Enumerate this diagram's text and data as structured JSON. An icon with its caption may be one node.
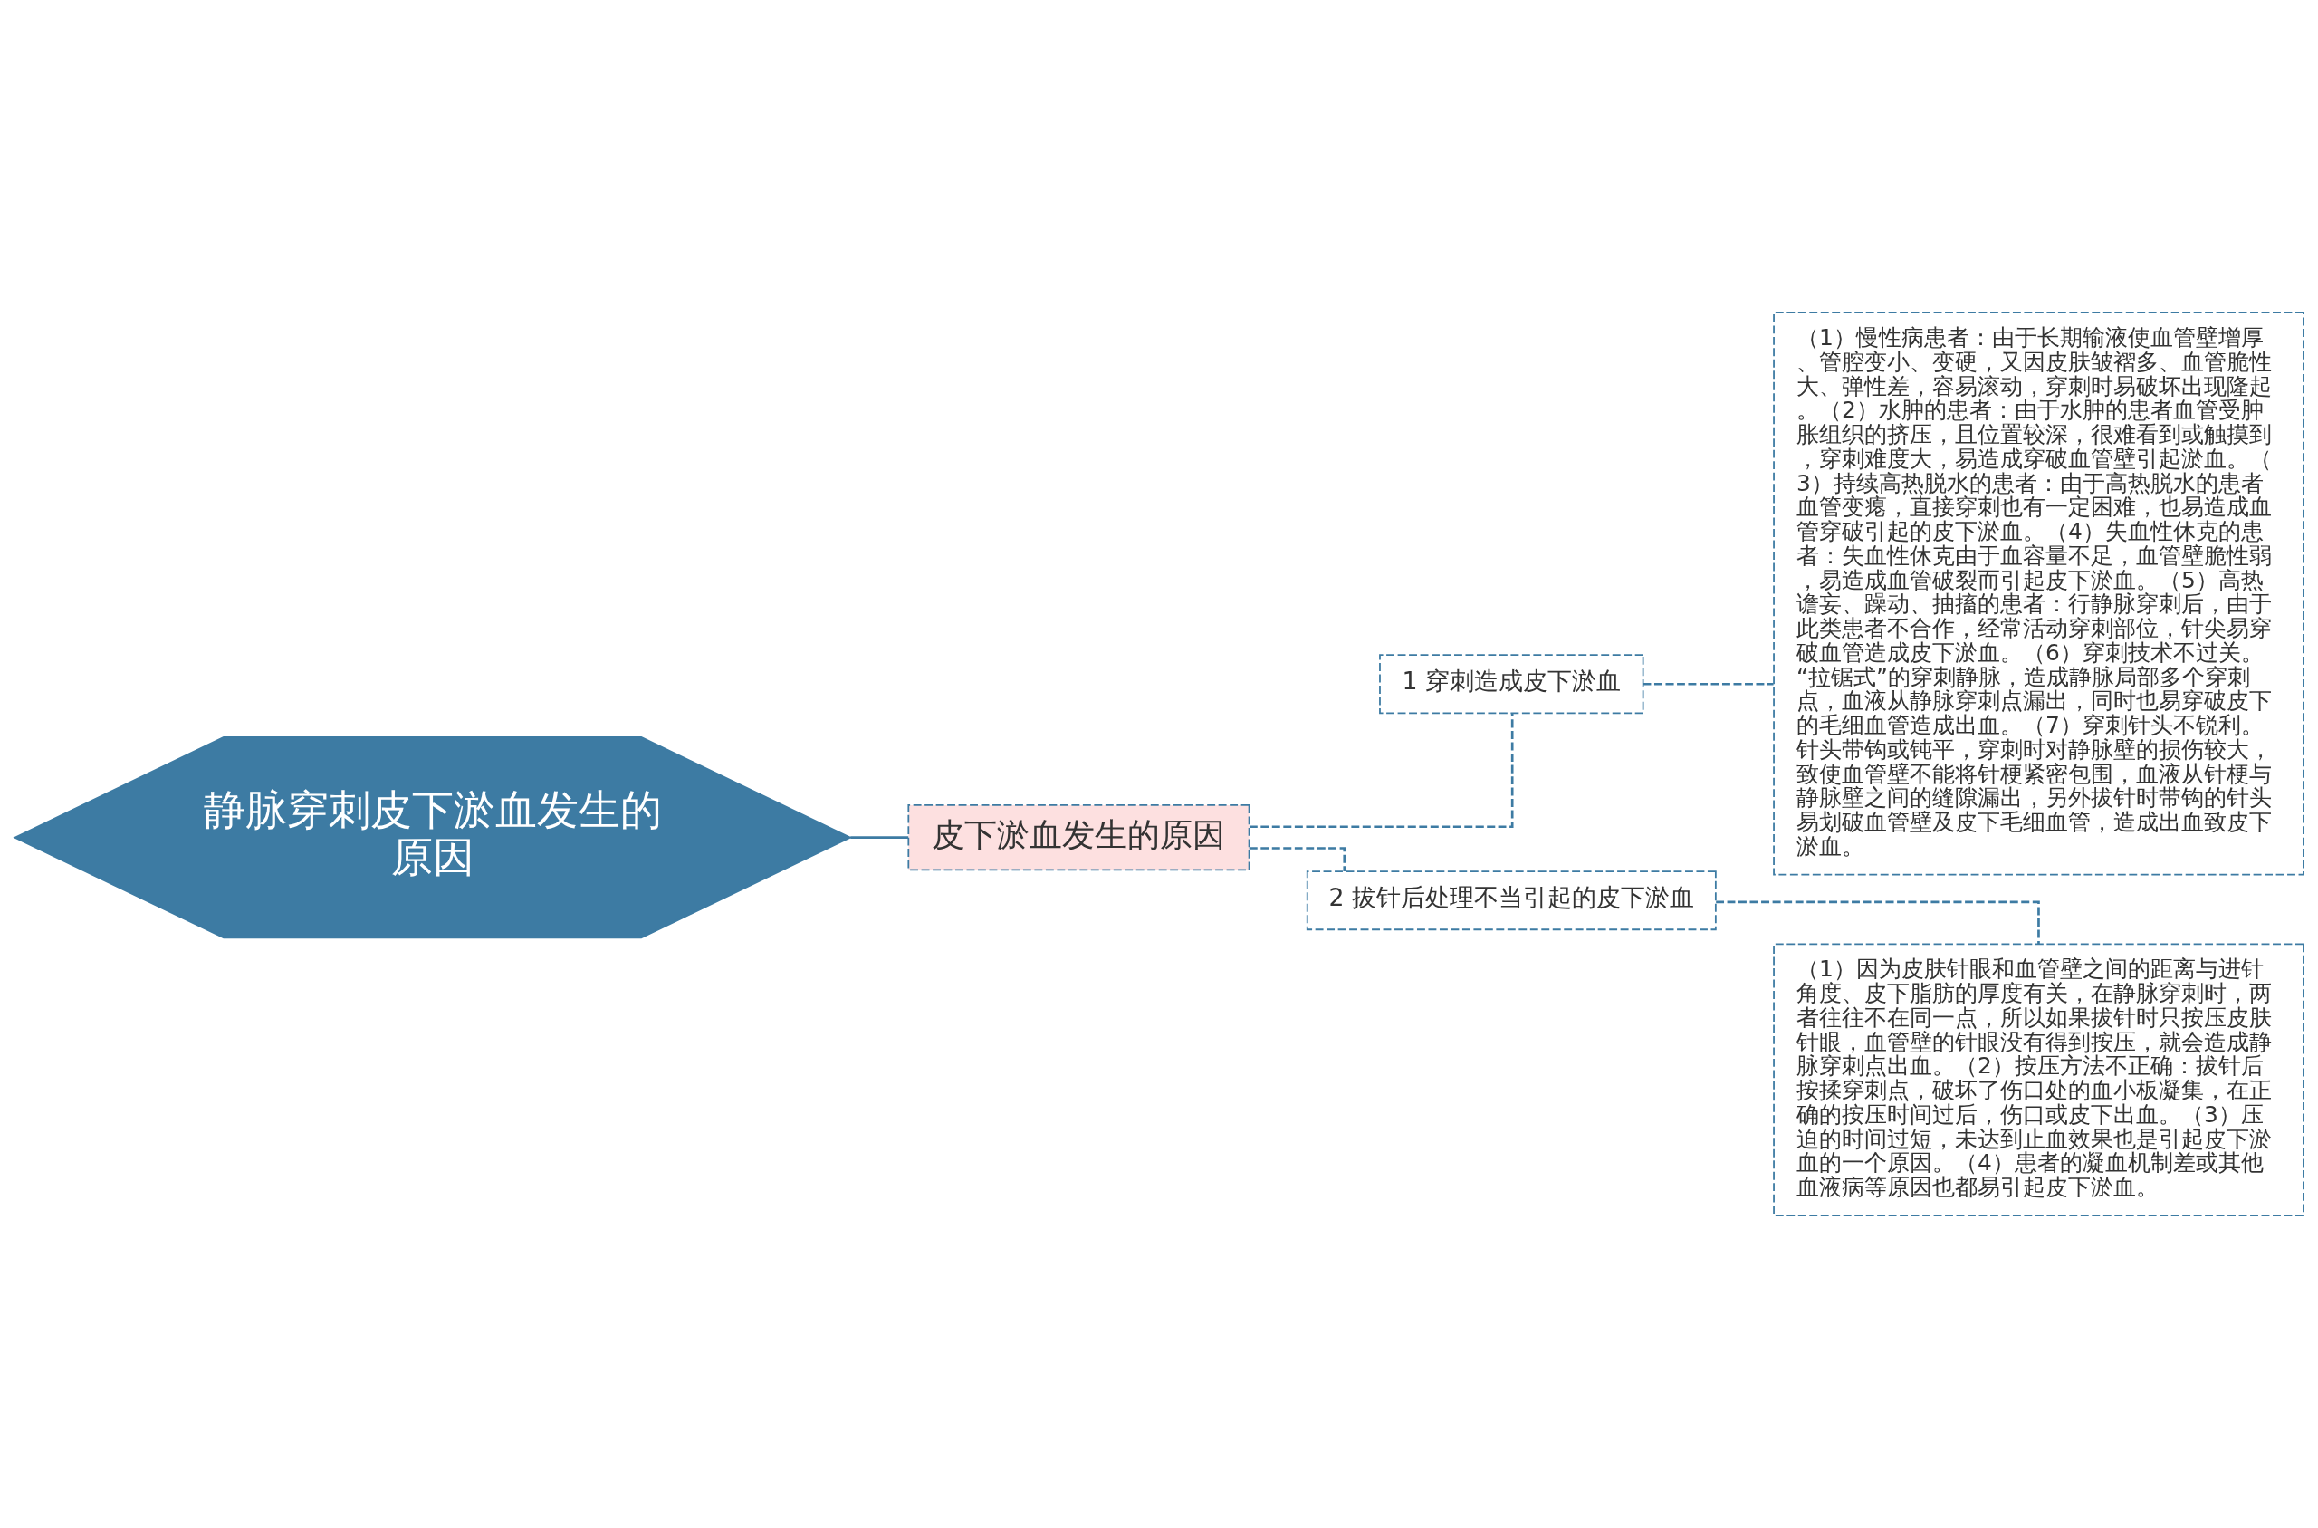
{
  "diagram": {
    "nodes": [
      {
        "text": [
          "静脉穿刺皮下淤血发生的原因"
        ]
      },
      {
        "text": [
          "皮下淤血发生的原因"
        ]
      },
      {
        "text": [
          "1 穿刺造成皮下淤血"
        ]
      },
      {
        "text": [
          "（1）慢性病患者：由于长期输液使血管壁增厚、管腔变小、变硬，又因皮肤皱褶多、血管脆性大、弹性差，容易滚动，穿刺时易破坏出现隆起。（2）水肿的患者：由于水肿的患者血管受肿胀组织的挤压，且位置较深，很难看到或触摸到，穿刺难度大，易造成穿破血管壁引起淤血。（3）持续高热脱水的患者：由于高热脱水的患者血管变瘪，直接穿刺也有一定困难，也易造成血管穿破引起的皮下淤血。（4）失血性休克的患者：失血性休克由于血容量不足，血管壁脆性弱，易造成血管破裂而引起皮下淤血。（5）高热谵妄、躁动、抽搐的患者：行静脉穿刺后，由于此类患者不合作，经常活动穿刺部位，针尖易穿破血管造成皮下淤血。（6）穿刺技术不过关。“拉锯式”的穿刺静脉，造成静脉局部多个穿刺点，血液从静脉穿刺点漏出，同时也易穿破皮下的毛细血管造成出血。（7）穿刺针头不锐利。针头带钩或钝平，穿刺时对静脉壁的损伤较大，致使血管壁不能将针梗紧密包围，血液从针梗与静脉壁之间的缝隙漏出，另外拔针时带钩的针头易划破血管壁及皮下毛细血管，造成出血致皮下淤血。"
        ]
      },
      {
        "text": [
          "2 拔针后处理不当引起的皮下淤血"
        ]
      },
      {
        "text": [
          "（1）因为皮肤针眼和血管壁之间的距离与进针角度、皮下脂肪的厚度有关，在静脉穿刺时，两者往往不在同一点，所以如果拔针时只按压皮肤针眼，血管壁的针眼没有得到按压，就会造成静脉穿刺点出血。（2）按压方法不正确：拔针后按揉穿刺点，破坏了伤口处的血小板凝集，在正确的按压时间过后，伤口或皮下出血。（3）压迫的时间过短，未达到止血效果也是引起皮下淤血的一个原因。（4）患者的凝血机制差或其他血液病等原因也都易引起皮下淤血。"
        ]
      }
    ],
    "edges": [
      {
        "from": 0,
        "to": 1,
        "arrow": "none"
      },
      {
        "from": 1,
        "to": 2,
        "arrow": "none",
        "style": "dashed"
      },
      {
        "from": 1,
        "to": 4,
        "arrow": "none",
        "style": "dashed"
      },
      {
        "from": 2,
        "to": 3,
        "arrow": "none",
        "style": "dashed"
      },
      {
        "from": 4,
        "to": 5,
        "arrow": "none",
        "style": "dashed"
      }
    ]
  }
}
